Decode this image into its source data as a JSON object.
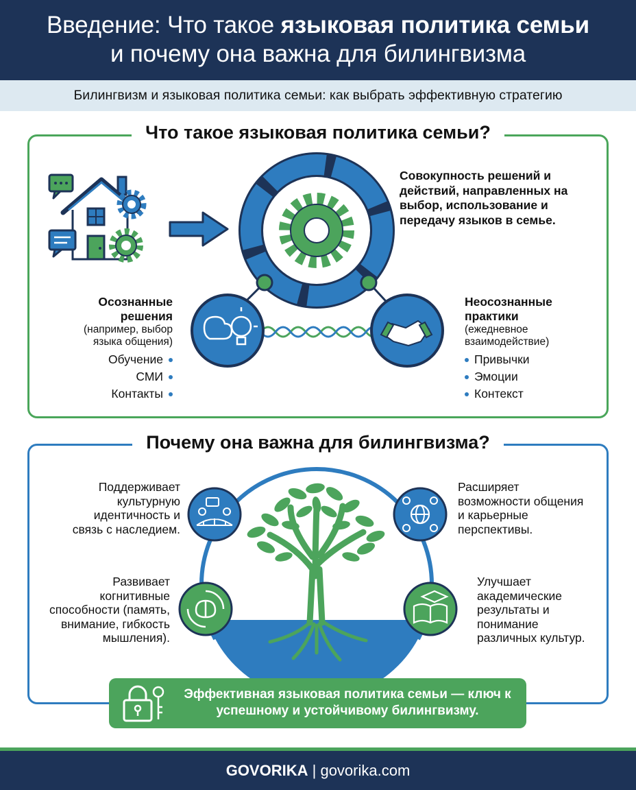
{
  "header": {
    "line1_pre": "Введение: Что такое ",
    "line1_bold": "языковая политика семьи",
    "line2": "и почему она важна для билингвизма"
  },
  "subtitle": "Билингвизм и языковая политика семьи: как выбрать эффективную стратегию",
  "section1": {
    "title": "Что такое языковая политика семьи?",
    "definition": "Совокупность решений и действий, направленных на выбор, использование и передачу языков в семье.",
    "left": {
      "title": "Осознанные решения",
      "subtitle": "(например, выбор языка общения)",
      "items": [
        "Обучение",
        "СМИ",
        "Контакты"
      ]
    },
    "right": {
      "title": "Неосознанные практики",
      "subtitle": "(ежедневное взаимодействие)",
      "items": [
        "Привычки",
        "Эмоции",
        "Контекст"
      ]
    },
    "icons": [
      "house-icon",
      "chat-icon",
      "gear-icon",
      "arrow-right-icon",
      "cycle-gear-icon",
      "brain-bulb-icon",
      "handshake-icon",
      "dna-link-icon"
    ]
  },
  "section2": {
    "title": "Почему она важна для билингвизма?",
    "benefits": {
      "top_left": "Поддерживает культурную идентичность и связь с наследием.",
      "bottom_left": "Развивает когнитивные способности (память, внимание, гибкость мышления).",
      "top_right": "Расширяет возможности общения и карьерные перспективы.",
      "bottom_right": "Улучшает академические результаты и понимание различных культур."
    },
    "icons": [
      "tree-icon",
      "bridge-people-icon",
      "brain-cycle-icon",
      "globe-network-icon",
      "book-graduation-icon",
      "lock-key-icon"
    ]
  },
  "banner": "Эффективная языковая политика семьи — ключ к успешному и устойчивому билингвизму.",
  "footer": {
    "brand": "GOVORIKA",
    "separator": " | ",
    "site": "govorika.com"
  },
  "colors": {
    "navy": "#1d3357",
    "blue": "#2e7cbf",
    "green": "#4ca45c",
    "light_blue": "#dde9f1"
  }
}
